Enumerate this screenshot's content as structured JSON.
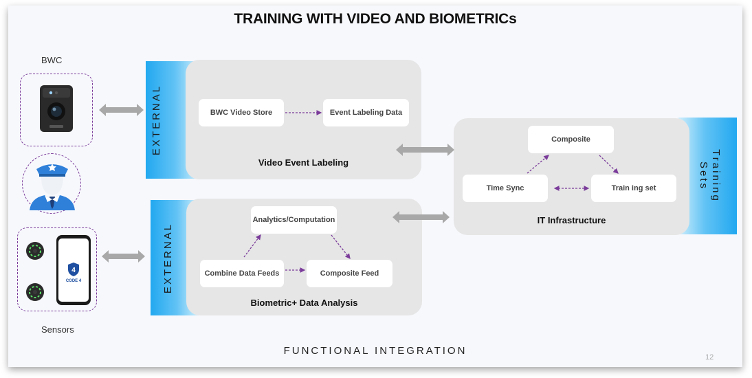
{
  "title": "TRAINING WITH VIDEO AND BIOMETRICs",
  "left": {
    "bwc_label": "BWC",
    "sensors_label": "Sensors",
    "app_name": "CODE 4"
  },
  "panels": {
    "video": {
      "side_label": "EXTERNAL",
      "title": "Video Event Labeling",
      "node_store": "BWC Video Store",
      "node_labeling": "Event Labeling Data"
    },
    "bio": {
      "side_label": "EXTERNAL",
      "title": "Biometric+ Data Analysis",
      "node_analytics": "Analytics/Computation",
      "node_combine": "Combine Data Feeds",
      "node_composite": "Composite Feed"
    },
    "it": {
      "side_label": "Training Sets",
      "title": "IT Infrastructure",
      "node_composite": "Composite",
      "node_timesync": "Time Sync",
      "node_training": "Train ing set"
    }
  },
  "footer": "FUNCTIONAL INTEGRATION",
  "page_number": "12",
  "colors": {
    "accent_blue": "#22a8f0",
    "dashed_purple": "#7a3b9a",
    "panel_gray": "#e6e6e6",
    "arrow_gray": "#a8a8a8",
    "officer_blue": "#2f80d9"
  },
  "icons": [
    "body-camera-icon",
    "officer-icon",
    "sensor-icon",
    "phone-app-icon"
  ]
}
